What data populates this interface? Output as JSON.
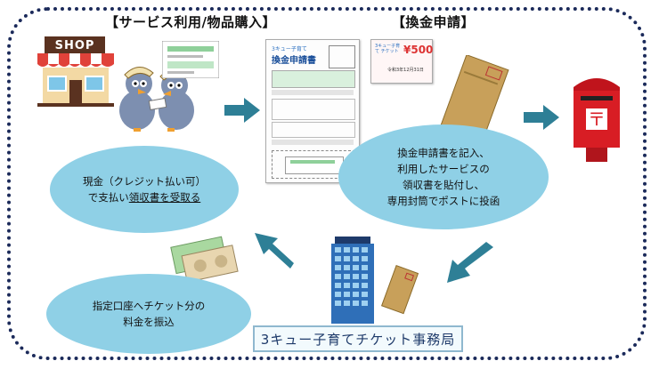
{
  "headers": {
    "service_purchase": "【サービス利用/物品購入】",
    "exchange_application": "【換金申請】"
  },
  "shop_sign": "SHOP",
  "bubbles": {
    "cash_payment": [
      "現金（クレジット払い可）",
      "で支払い",
      "領収書を受取る"
    ],
    "application_steps": [
      "換金申請書を記入、",
      "利用したサービスの",
      "領収書を貼付し、",
      "専用封筒でポストに投函"
    ],
    "transfer": [
      "指定口座へチケット分の",
      "料金を振込"
    ]
  },
  "form": {
    "title": "換金申請書",
    "header_small": "3キュー子育て"
  },
  "ticket": {
    "amount": "¥500",
    "logo": "3キュー子育て チケット",
    "expiry": "令和3年12月31日"
  },
  "office_label": "3キュー子育てチケット事務局",
  "colors": {
    "bubble": "#8fd0e6",
    "arrow": "#2e7f96",
    "frame": "#1b2a5a",
    "post_box": "#d81d24",
    "envelope": "#c8a05a"
  }
}
